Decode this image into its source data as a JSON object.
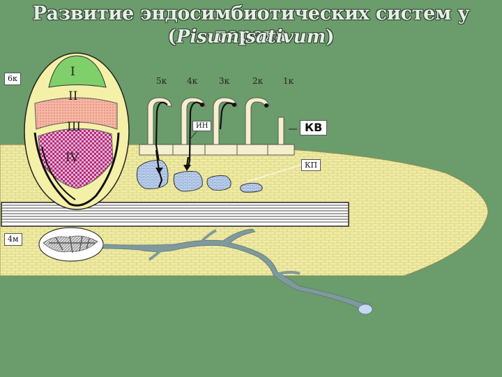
{
  "title": {
    "line1": "Развитие эндосимбиотических систем у гороха",
    "line2_open": "(",
    "line2_italic": "Pisum sativum",
    "line2_close": ")"
  },
  "zones": [
    "I",
    "II",
    "III",
    "IV"
  ],
  "stage_labels": {
    "6k": "6к",
    "5k": "5к",
    "4k": "4к",
    "3k": "3к",
    "2k": "2к",
    "1k": "1к",
    "4m": "4м"
  },
  "annotations": {
    "in": "ИН",
    "kv": "КВ",
    "kp": "КП"
  },
  "colors": {
    "background": "#6b9c6b",
    "root_tissue": "#f1eca3",
    "zone_I": "#7fd06a",
    "zone_II": "#ecec9a",
    "zone_III": "#f6b6a3",
    "zone_IV": "#e0a6d8",
    "bacteroid_cells": "#bcd3f2",
    "infection_thread": "#7f9a9c"
  }
}
